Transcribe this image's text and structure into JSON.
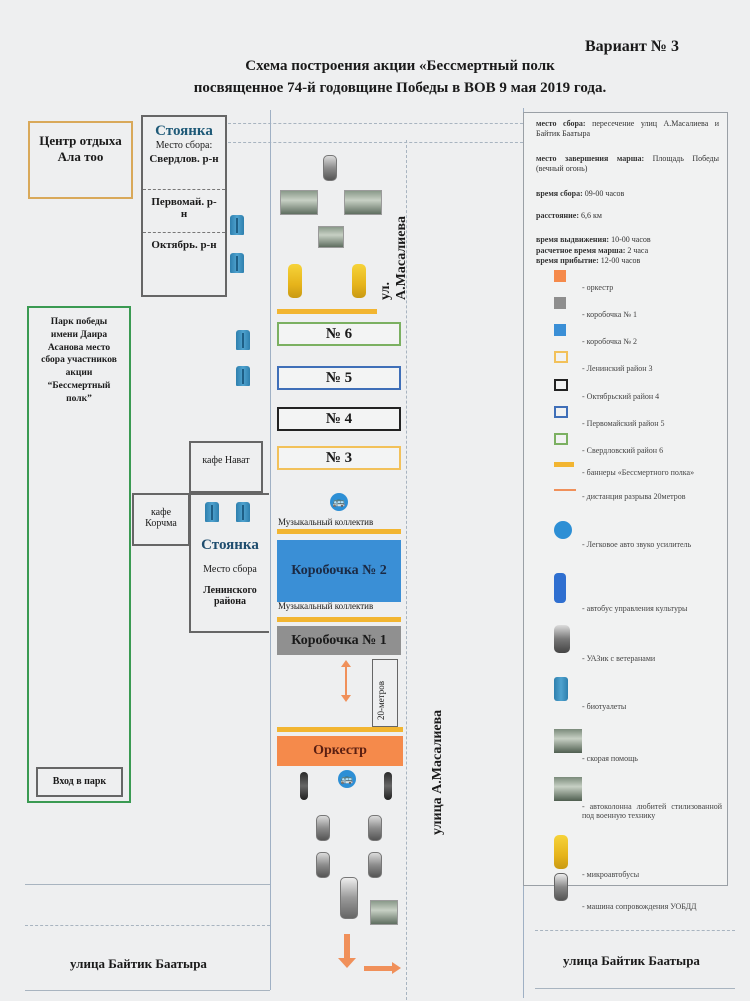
{
  "header": {
    "variant": "Вариант № 3",
    "title_line1": "Схема построения акции «Бессмертный полк",
    "title_line2": "посвященное 74-й годовщине Победы в ВОВ 9 мая 2019 года."
  },
  "left_areas": {
    "rest_center": "Центр отдыха Ала тоо",
    "parking_top": {
      "title": "Стоянка",
      "subtitle": "Место сбора:",
      "sections": [
        "Свердлов. р-н",
        "Первомай. р-н",
        "Октябрь. р-н"
      ]
    },
    "park": "Парк победы имени Даира Асанова место сбора участников акции “Бессмертный полк”",
    "park_entrance": "Вход в парк",
    "cafe_navat": "кафе Нават",
    "cafe_korchma": "кафе Корчма",
    "parking_bottom": {
      "title": "Стоянка",
      "subtitle": "Место сбора",
      "district": "Ленинского района"
    }
  },
  "streets": {
    "masalieva_short": "ул. А.Масалиева",
    "masalieva_full": "улица А.Масалиева",
    "baitik_left": "улица Байтик Баатыра",
    "baitik_right": "улица Байтик Баатыра"
  },
  "column": {
    "rows": [
      {
        "label": "№ 6",
        "color": "#7bb061"
      },
      {
        "label": "№ 5",
        "color": "#3f6fb8"
      },
      {
        "label": "№ 4",
        "color": "#222222"
      },
      {
        "label": "№ 3",
        "color": "#f2c15a"
      }
    ],
    "music_collective_1": "Музыкальный коллектив",
    "box2": "Коробочка  № 2",
    "music_collective_2": "Музыкальный коллектив",
    "box1": "Коробочка  № 1",
    "distance_label": "20-метров",
    "orchestra": "Оркестр"
  },
  "legend": {
    "info": [
      {
        "label": "место сбора:",
        "value": "пересечение улиц А.Масалиева и Байтик Баатыра"
      },
      {
        "label": "место завершения марша:",
        "value": "Площадь Победы (вечный огонь)"
      },
      {
        "label": "время сбора:",
        "value": "09-00 часов"
      },
      {
        "label": "расстояние:",
        "value": "6,6 км"
      },
      {
        "label": "время выдвижения:",
        "value": "10-00 часов"
      },
      {
        "label": "расчетное время марша:",
        "value": "2 часа"
      },
      {
        "label": "время прибытие:",
        "value": "12-00 часов"
      }
    ],
    "items": [
      {
        "icon": "orange-square",
        "text": "- оркестр",
        "color": "#f58a4b"
      },
      {
        "icon": "grey-square",
        "text": "- коробочка № 1",
        "color": "#8e8e8e"
      },
      {
        "icon": "blue-square",
        "text": "- коробочка № 2",
        "color": "#3a8fd6"
      },
      {
        "icon": "yellow-outline",
        "text": "- Ленинский район 3",
        "color": "#f2c15a"
      },
      {
        "icon": "black-outline",
        "text": "- Октябрьский район 4",
        "color": "#222222"
      },
      {
        "icon": "blue-outline",
        "text": "- Первомайский район 5",
        "color": "#3f6fb8"
      },
      {
        "icon": "green-outline",
        "text": "- Свердловский район 6",
        "color": "#7bb061"
      },
      {
        "icon": "yellow-bar",
        "text": "- баннеры «Бессмертного полка»",
        "color": "#f2b531"
      },
      {
        "icon": "double-arrow",
        "text": "- дистанция разрыва 20метров",
        "color": "#f0905a"
      },
      {
        "icon": "bus-sign",
        "text": "- Легковое авто звуко усилитель",
        "color": "#2d8fd5"
      },
      {
        "icon": "blue-bus",
        "text": "- автобус управления культуры",
        "color": "#2f6fd0"
      },
      {
        "icon": "uaz",
        "text": "- УАЗик с ветеранами"
      },
      {
        "icon": "bio-toilet",
        "text": "- биотуалеты"
      },
      {
        "icon": "ambulance",
        "text": "- скорая помощь"
      },
      {
        "icon": "military-vehicle",
        "text": "- автоколонна любитей стилизованной под военную технику"
      },
      {
        "icon": "yellow-minibus",
        "text": "- микроавтобусы"
      },
      {
        "icon": "police-car",
        "text": "- машина сопровождения УОБДД"
      }
    ]
  }
}
